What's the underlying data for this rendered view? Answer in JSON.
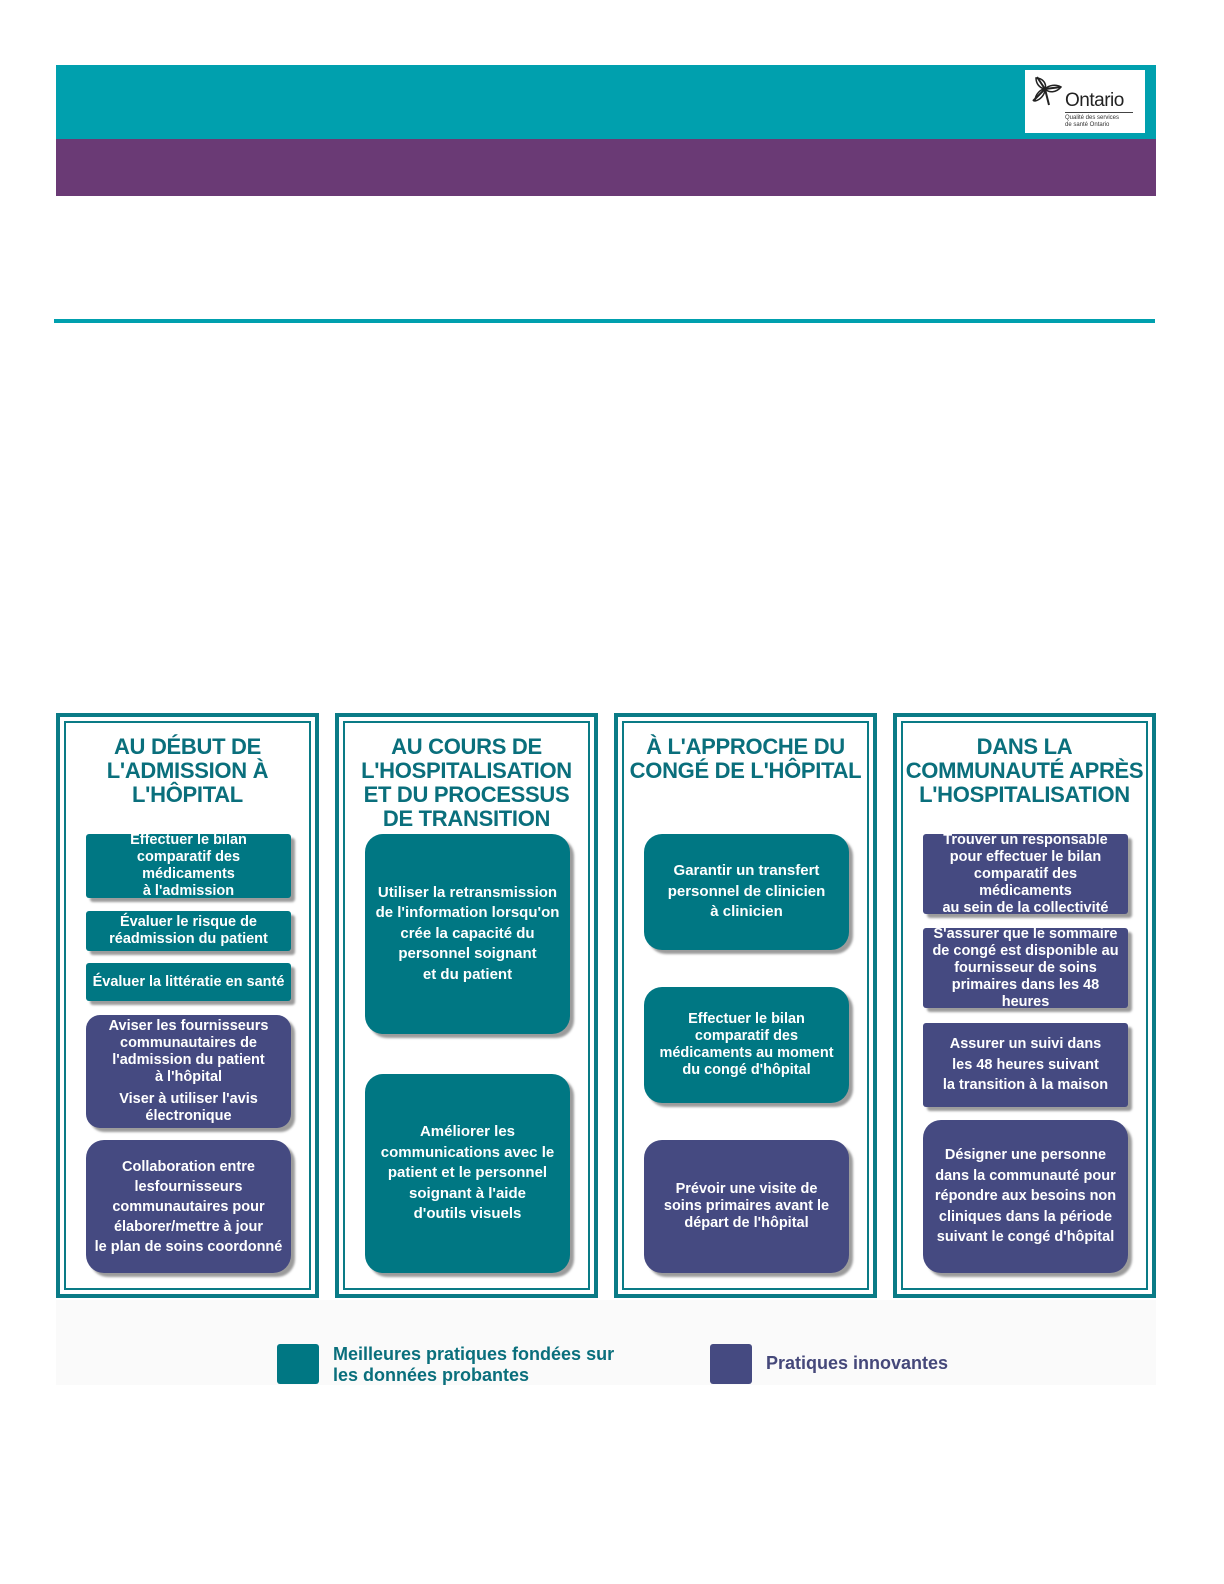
{
  "colors": {
    "teal_band": "#00a0ae",
    "purple_band": "#6a3a75",
    "teal_border": "#0a7b86",
    "teal_box": "#007783",
    "navy_box": "#454a81",
    "title_color": "#0a6f7c",
    "legend_navy_text": "#45487a"
  },
  "logo": {
    "icon": "trillium-icon",
    "name": "Ontario",
    "subtitle": "Qualité des services\nde santé Ontario"
  },
  "columns": [
    {
      "title": "AU DÉBUT DE\nL'ADMISSION À\nL'HÔPITAL",
      "items": [
        {
          "text": "Effectuer le bilan\ncomparatif des médicaments\nà l'admission",
          "type": "evidence"
        },
        {
          "text": "Évaluer le risque de\nréadmission du patient",
          "type": "evidence"
        },
        {
          "text": "Évaluer la littératie en santé",
          "type": "evidence"
        },
        {
          "text": "Aviser les fournisseurs\ncommunautaires de\nl'admission du patient\nà l'hôpital",
          "subtext": "Viser à utiliser l'avis\nélectronique",
          "type": "innovative"
        },
        {
          "text": "Collaboration entre\nlesfournisseurs\ncommunautaires pour\nélaborer/mettre à jour\nle plan de soins coordonné",
          "type": "innovative"
        }
      ]
    },
    {
      "title": "AU COURS DE\nL'HOSPITALISATION\nET DU PROCESSUS\nDE TRANSITION",
      "items": [
        {
          "text": "Utiliser la retransmission\nde l'information lorsqu'on\ncrée la capacité du\npersonnel soignant\net du patient",
          "type": "evidence"
        },
        {
          "text": "Améliorer les\ncommunications avec le\npatient et le personnel\nsoignant à l'aide\nd'outils visuels",
          "type": "evidence"
        }
      ]
    },
    {
      "title": "À L'APPROCHE DU\nCONGÉ DE L'HÔPITAL",
      "items": [
        {
          "text": "Garantir un transfert\npersonnel de clinicien\nà clinicien",
          "type": "evidence"
        },
        {
          "text": "Effectuer le bilan\ncomparatif des\nmédicaments au moment\ndu congé d'hôpital",
          "type": "evidence"
        },
        {
          "text": "Prévoir une visite de\nsoins primaires avant le\ndépart de l'hôpital",
          "type": "innovative"
        }
      ]
    },
    {
      "title": "DANS LA\nCOMMUNAUTÉ APRÈS\nL'HOSPITALISATION",
      "items": [
        {
          "text": "Trouver un responsable\npour effectuer le bilan\ncomparatif des médicaments\nau sein de la collectivité",
          "type": "innovative"
        },
        {
          "text": "S'assurer que le sommaire\nde congé est disponible au\nfournisseur de soins\nprimaires dans les 48 heures",
          "type": "innovative"
        },
        {
          "text": "Assurer un suivi dans\nles 48 heures suivant\nla transition à la maison",
          "type": "innovative"
        },
        {
          "text": "Désigner une personne\ndans la communauté pour\nrépondre aux besoins non\ncliniques dans la période\nsuivant le congé d'hôpital",
          "type": "innovative"
        }
      ]
    }
  ],
  "legend": [
    {
      "label": "Meilleures pratiques fondées sur\nles données probantes",
      "type": "evidence"
    },
    {
      "label": "Pratiques innovantes",
      "type": "innovative"
    }
  ]
}
